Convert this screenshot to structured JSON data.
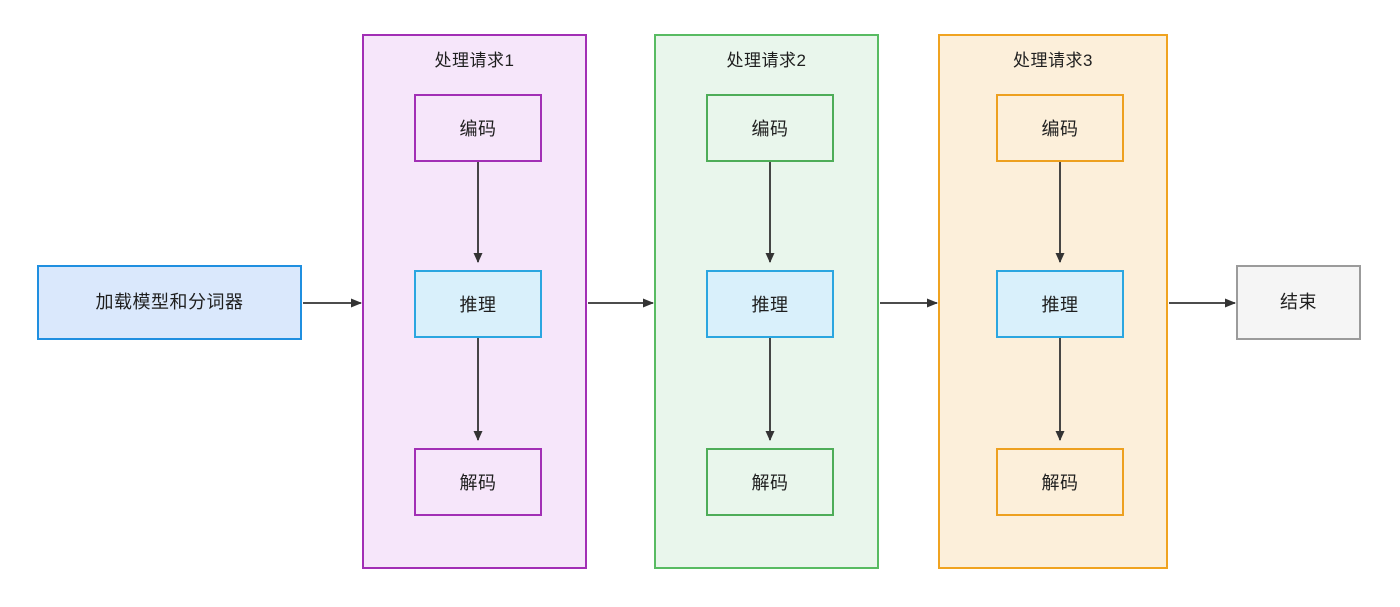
{
  "diagram": {
    "title_text": "",
    "start_node": {
      "label": "加载模型和分词器"
    },
    "end_node": {
      "label": "结束"
    },
    "groups": [
      {
        "id": "request-1",
        "title": "处理请求1",
        "accent_color": "#a22fb5",
        "fill_color": "#f6e6fa",
        "steps": [
          {
            "id": "encode",
            "label": "编码"
          },
          {
            "id": "infer",
            "label": "推理"
          },
          {
            "id": "decode",
            "label": "解码"
          }
        ]
      },
      {
        "id": "request-2",
        "title": "处理请求2",
        "accent_color": "#58bb62",
        "fill_color": "#e9f6ec",
        "steps": [
          {
            "id": "encode",
            "label": "编码"
          },
          {
            "id": "infer",
            "label": "推理"
          },
          {
            "id": "decode",
            "label": "解码"
          }
        ]
      },
      {
        "id": "request-3",
        "title": "处理请求3",
        "accent_color": "#f0a320",
        "fill_color": "#fcefda",
        "steps": [
          {
            "id": "encode",
            "label": "编码"
          },
          {
            "id": "infer",
            "label": "推理"
          },
          {
            "id": "decode",
            "label": "解码"
          }
        ]
      }
    ],
    "colors": {
      "start_border": "#1f8fe0",
      "start_fill": "#dae8fc",
      "end_border": "#9b9b9b",
      "end_fill": "#f5f5f5",
      "infer_border": "#2ba6e0",
      "infer_fill": "#d9f0fb",
      "edge": "#333333",
      "background": "#ffffff"
    },
    "edges": [
      {
        "from": "加载模型和分词器",
        "to": "处理请求1"
      },
      {
        "from": "处理请求1",
        "to": "处理请求2"
      },
      {
        "from": "处理请求2",
        "to": "处理请求3"
      },
      {
        "from": "处理请求3",
        "to": "结束"
      },
      {
        "from": "编码",
        "to": "推理"
      },
      {
        "from": "推理",
        "to": "解码"
      }
    ]
  }
}
